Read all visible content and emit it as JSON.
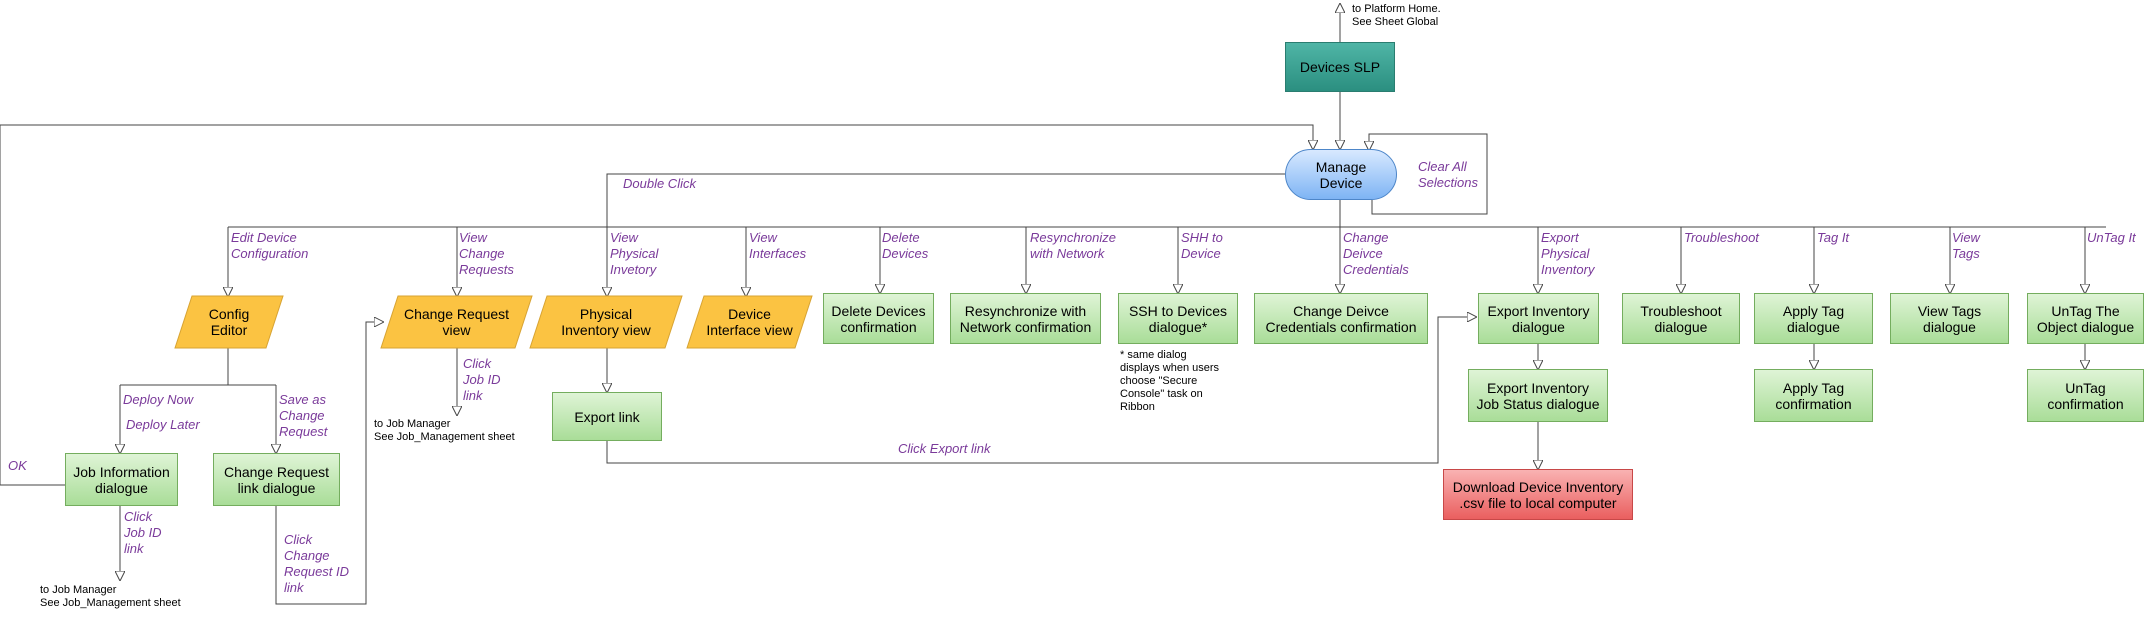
{
  "nodes": {
    "devices_slp": "Devices SLP",
    "manage_device": "Manage\nDevice",
    "config_editor": "Config\nEditor",
    "change_request_view": "Change Request\nview",
    "physical_inventory_view": "Physical\nInventory view",
    "device_interface_view": "Device\nInterface view",
    "delete_devices_confirmation": "Delete Devices\nconfirmation",
    "resynchronize_confirmation": "Resynchronize with\nNetwork confirmation",
    "ssh_dialogue": "SSH to Devices\ndialogue*",
    "change_credentials_confirmation": "Change Deivce\nCredentials confirmation",
    "export_inventory_dialogue": "Export Inventory\ndialogue",
    "troubleshoot_dialogue": "Troubleshoot\ndialogue",
    "apply_tag_dialogue": "Apply Tag\ndialogue",
    "view_tags_dialogue": "View Tags\ndialogue",
    "untag_dialogue": "UnTag The\nObject dialogue",
    "export_link": "Export link",
    "export_job_status": "Export Inventory\nJob Status dialogue",
    "apply_tag_confirmation": "Apply Tag\nconfirmation",
    "untag_confirmation": "UnTag\nconfirmation",
    "download_csv": "Download Device Inventory\n.csv file to local computer",
    "job_information_dialogue": "Job Information\ndialogue",
    "change_request_link_dialogue": "Change Request\nlink dialogue"
  },
  "edge_labels": {
    "double_click": "Double Click",
    "clear_all": "Clear All\nSelections",
    "edit_config": "Edit Device\nConfiguration",
    "view_change_requests": "View\nChange\nRequests",
    "view_physical_inventory": "View\nPhysical\nInvetory",
    "view_interfaces": "View\nInterfaces",
    "delete_devices": "Delete\nDevices",
    "resynchronize": "Resynchronize\nwith Network",
    "ssh_to_device": "SHH to\nDevice",
    "change_credentials": "Change\nDeivce\nCredentials",
    "export_physical_inventory": "Export\nPhysical\nInventory",
    "troubleshoot": "Troubleshoot",
    "tag_it": "Tag It",
    "view_tags": "View\nTags",
    "untag_it": "UnTag It",
    "deploy_now": "Deploy Now",
    "deploy_later": "Deploy Later",
    "save_as_change_request": "Save as\nChange\nRequest",
    "ok": "OK",
    "click_job_id_1": "Click\nJob ID\nlink",
    "click_job_id_2": "Click\nJob ID\nlink",
    "click_change_request_id": "Click\nChange\nRequest ID\nlink",
    "click_export_link": "Click Export link"
  },
  "notes": {
    "platform_home": "to Platform Home.\nSee Sheet Global",
    "job_manager_1": "to Job Manager\nSee Job_Management sheet",
    "job_manager_2": "to Job Manager\nSee Job_Management sheet",
    "ssh_note": "* same dialog\ndisplays when users\nchoose \"Secure\nConsole\" task on\nRibbon"
  },
  "colors": {
    "line": "#444444",
    "edge_label": "#7a3a9a",
    "green_box": "#a9dd98",
    "teal_box": "#2b8f80",
    "blue_pill": "#7eb4f4",
    "yellow_parallelogram": "#fbc342",
    "red_box": "#ea5f5f"
  }
}
